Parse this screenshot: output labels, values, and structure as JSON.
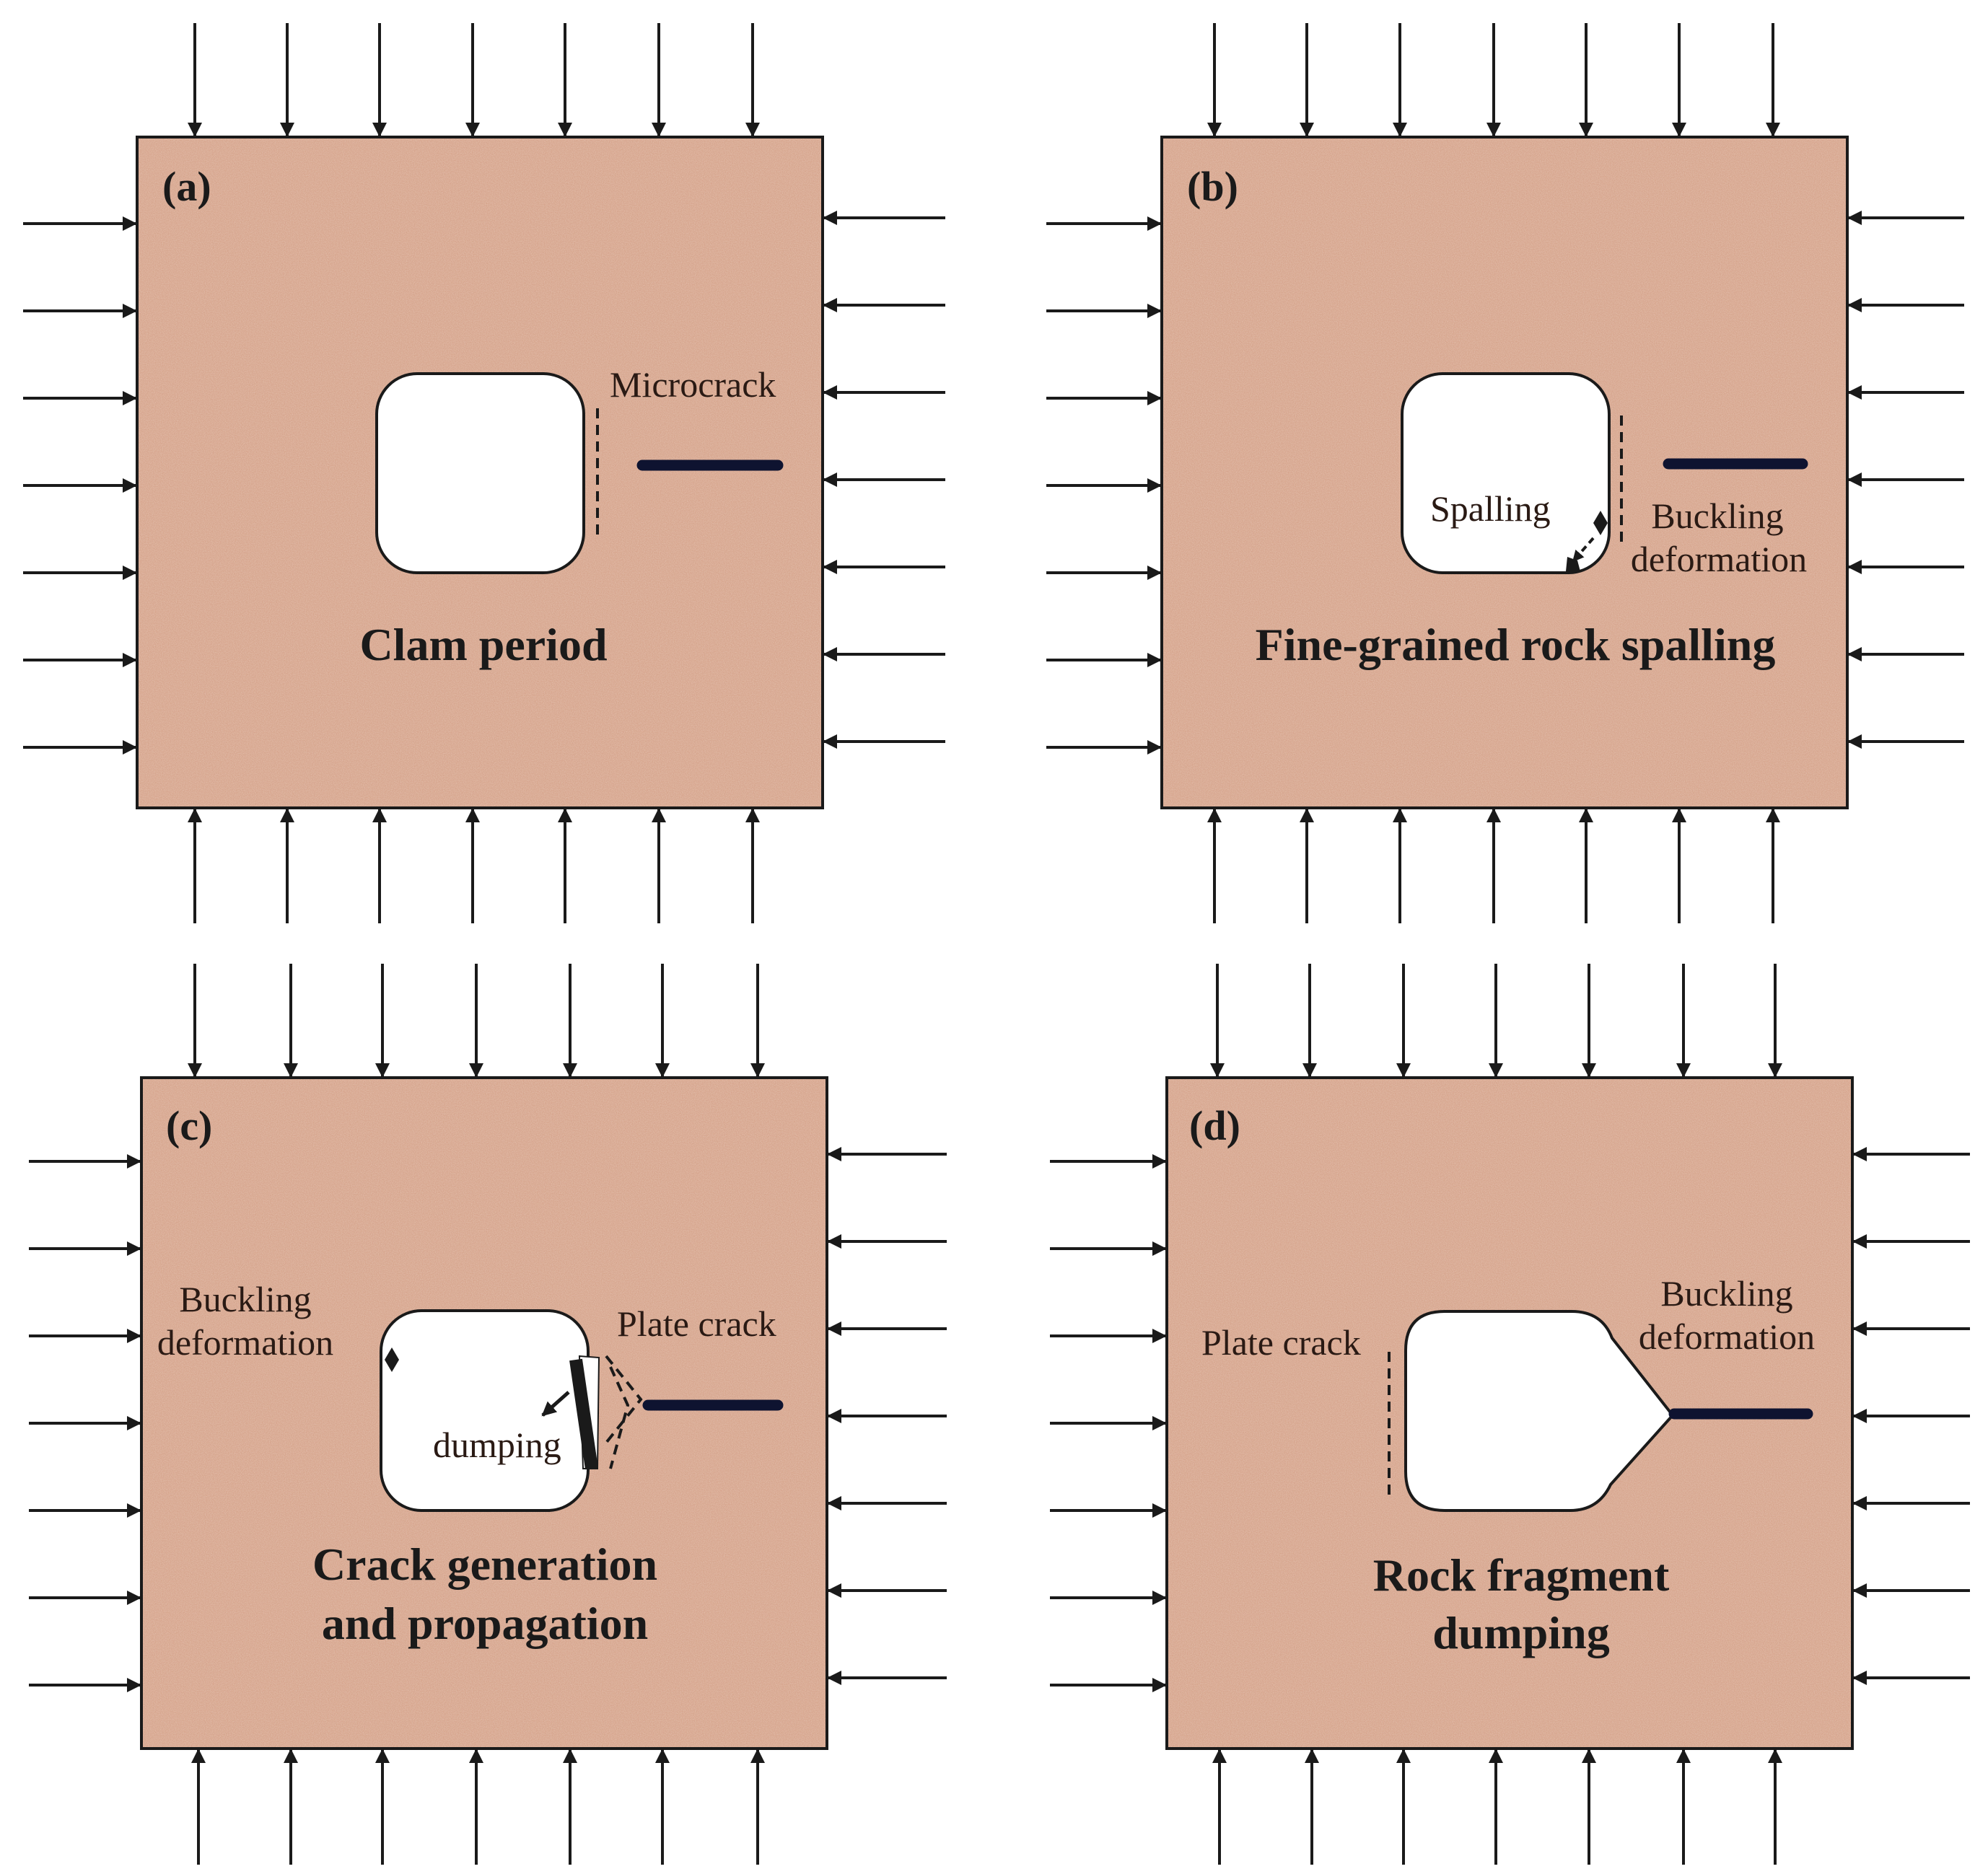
{
  "figure": {
    "panels": [
      {
        "id": "(a)",
        "title_lines": [
          "Clam period"
        ],
        "labels": {
          "microcrack": "Microcrack"
        }
      },
      {
        "id": "(b)",
        "title_lines": [
          "Fine-grained rock spalling"
        ],
        "labels": {
          "spalling": "Spalling",
          "buckling_line1": "Buckling",
          "buckling_line2": "deformation"
        }
      },
      {
        "id": "(c)",
        "title_lines": [
          "Crack generation",
          "and propagation"
        ],
        "labels": {
          "buckling_line1": "Buckling",
          "buckling_line2": "deformation",
          "plate_crack": "Plate crack",
          "dumping": "dumping"
        }
      },
      {
        "id": "(d)",
        "title_lines": [
          "Rock fragment",
          "dumping"
        ],
        "labels": {
          "plate_crack": "Plate crack",
          "buckling_line1": "Buckling",
          "buckling_line2": "deformation"
        }
      }
    ]
  },
  "colors": {
    "rock": "#d6a48c",
    "opening": "#ffffff",
    "outline": "#1a1a1a",
    "arrow": "#1a1a1a",
    "buckling_bar": "#0e1330"
  }
}
